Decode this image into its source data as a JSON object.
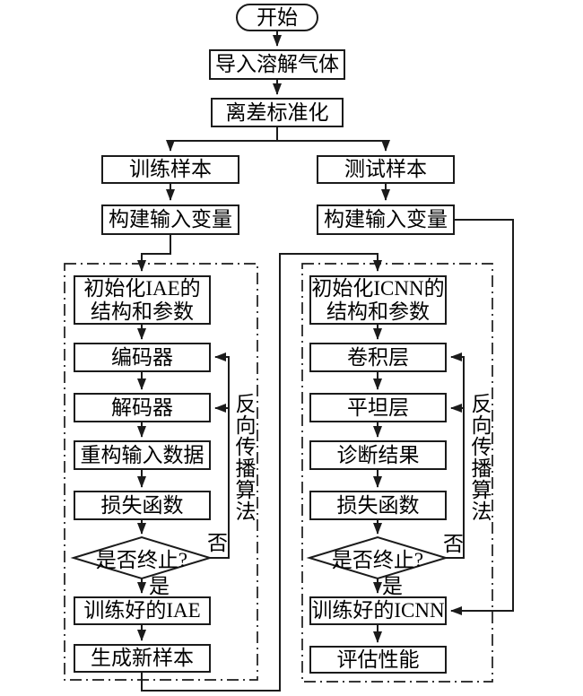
{
  "diagram": {
    "type": "flowchart",
    "colors": {
      "background": "#ffffff",
      "line": "#1b1b1b",
      "text": "#000000"
    },
    "nodes": {
      "start": "开始",
      "import_gas": "导入溶解气体",
      "normalize": "离差标准化",
      "train_samples": "训练样本",
      "test_samples": "测试样本",
      "build_input_left": "构建输入变量",
      "build_input_right": "构建输入变量",
      "init_iae": "初始化IAE的\n结构和参数",
      "encoder": "编码器",
      "decoder": "解码器",
      "reconstruct_input": "重构输入数据",
      "loss_left": "损失函数",
      "terminate_left": "是否终止?",
      "trained_iae": "训练好的IAE",
      "generate_samples": "生成新样本",
      "init_icnn": "初始化ICNN的\n结构和参数",
      "conv_layer": "卷积层",
      "flatten_layer": "平坦层",
      "diagnosis_result": "诊断结果",
      "loss_right": "损失函数",
      "terminate_right": "是否终止?",
      "trained_icnn": "训练好的ICNN",
      "evaluate": "评估性能"
    },
    "edge_labels": {
      "no_left": "否",
      "yes_left": "是",
      "no_right": "否",
      "yes_right": "是"
    },
    "loop_labels": {
      "backprop_left": "反向传播算法",
      "backprop_right": "反向传播算法"
    }
  }
}
